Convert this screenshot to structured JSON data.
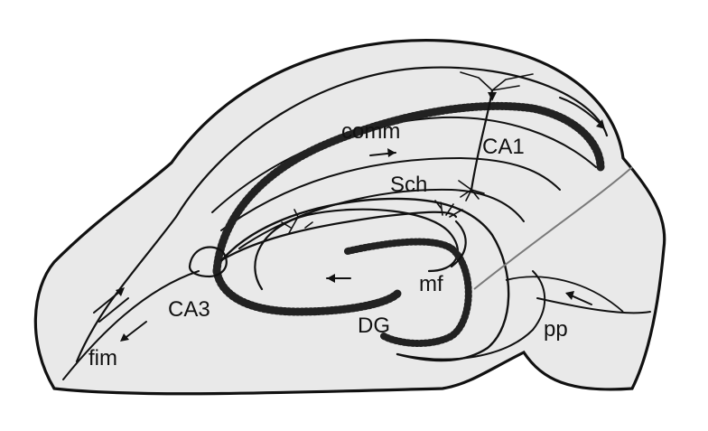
{
  "labels": {
    "comm": "comm",
    "ca1": "CA1",
    "sch": "Sch",
    "ca3": "CA3",
    "mf": "mf",
    "dg": "DG",
    "pp": "pp",
    "fim": "fim"
  },
  "colors": {
    "background": "#ffffff",
    "tissue_fill": "#e9e9e9",
    "ink": "#111111",
    "axon_line": "#7a7a7a"
  }
}
